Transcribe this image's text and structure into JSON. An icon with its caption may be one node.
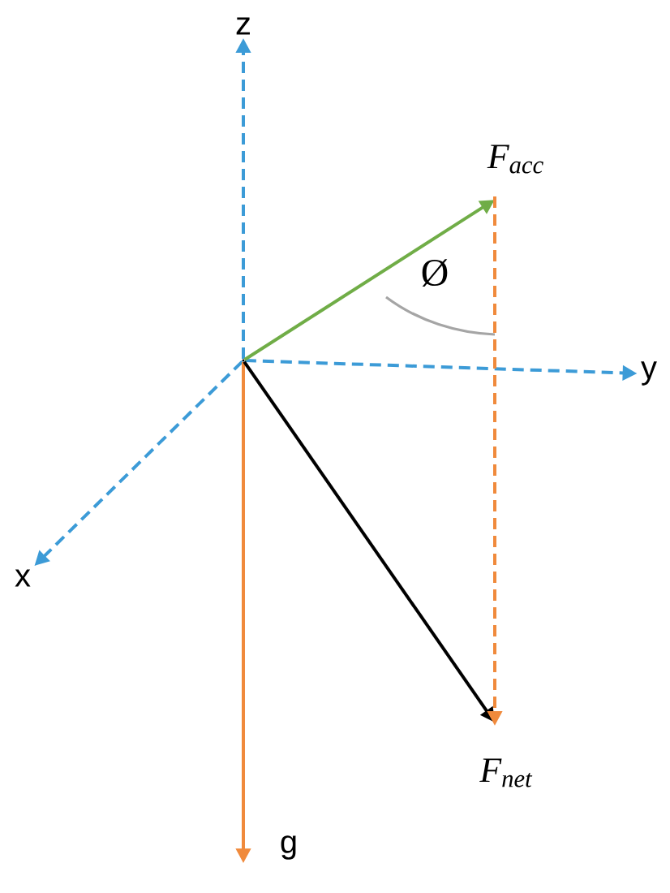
{
  "diagram": {
    "nodes": [
      {
        "text": [],
        "shape": "point"
      },
      {
        "text": [
          "z"
        ]
      },
      {
        "text": [
          "y"
        ]
      },
      {
        "text": [
          "x"
        ]
      },
      {
        "text": [
          "g"
        ]
      },
      {
        "text": [
          "F$_{acc}$"
        ]
      },
      {
        "text": [
          "F$_{net}$"
        ]
      }
    ],
    "edges": [
      {
        "from": 0,
        "to": 1,
        "arrow": "to",
        "style": "dashed",
        "color": "#3c9bd7"
      },
      {
        "from": 0,
        "to": 2,
        "arrow": "to",
        "style": "dashed",
        "color": "#3c9bd7"
      },
      {
        "from": 0,
        "to": 3,
        "arrow": "to",
        "style": "dashed",
        "color": "#3c9bd7"
      },
      {
        "from": 0,
        "to": 4,
        "arrow": "to",
        "color": "#f08a3c"
      },
      {
        "from": 0,
        "to": 5,
        "arrow": "to",
        "color": "#70ad47"
      },
      {
        "from": 0,
        "to": 6,
        "arrow": "to",
        "color": "#000000"
      },
      {
        "from": 5,
        "to": 6,
        "arrow": "to",
        "style": "dashed",
        "color": "#f08a3c"
      }
    ],
    "labels": [
      "Ø"
    ]
  }
}
